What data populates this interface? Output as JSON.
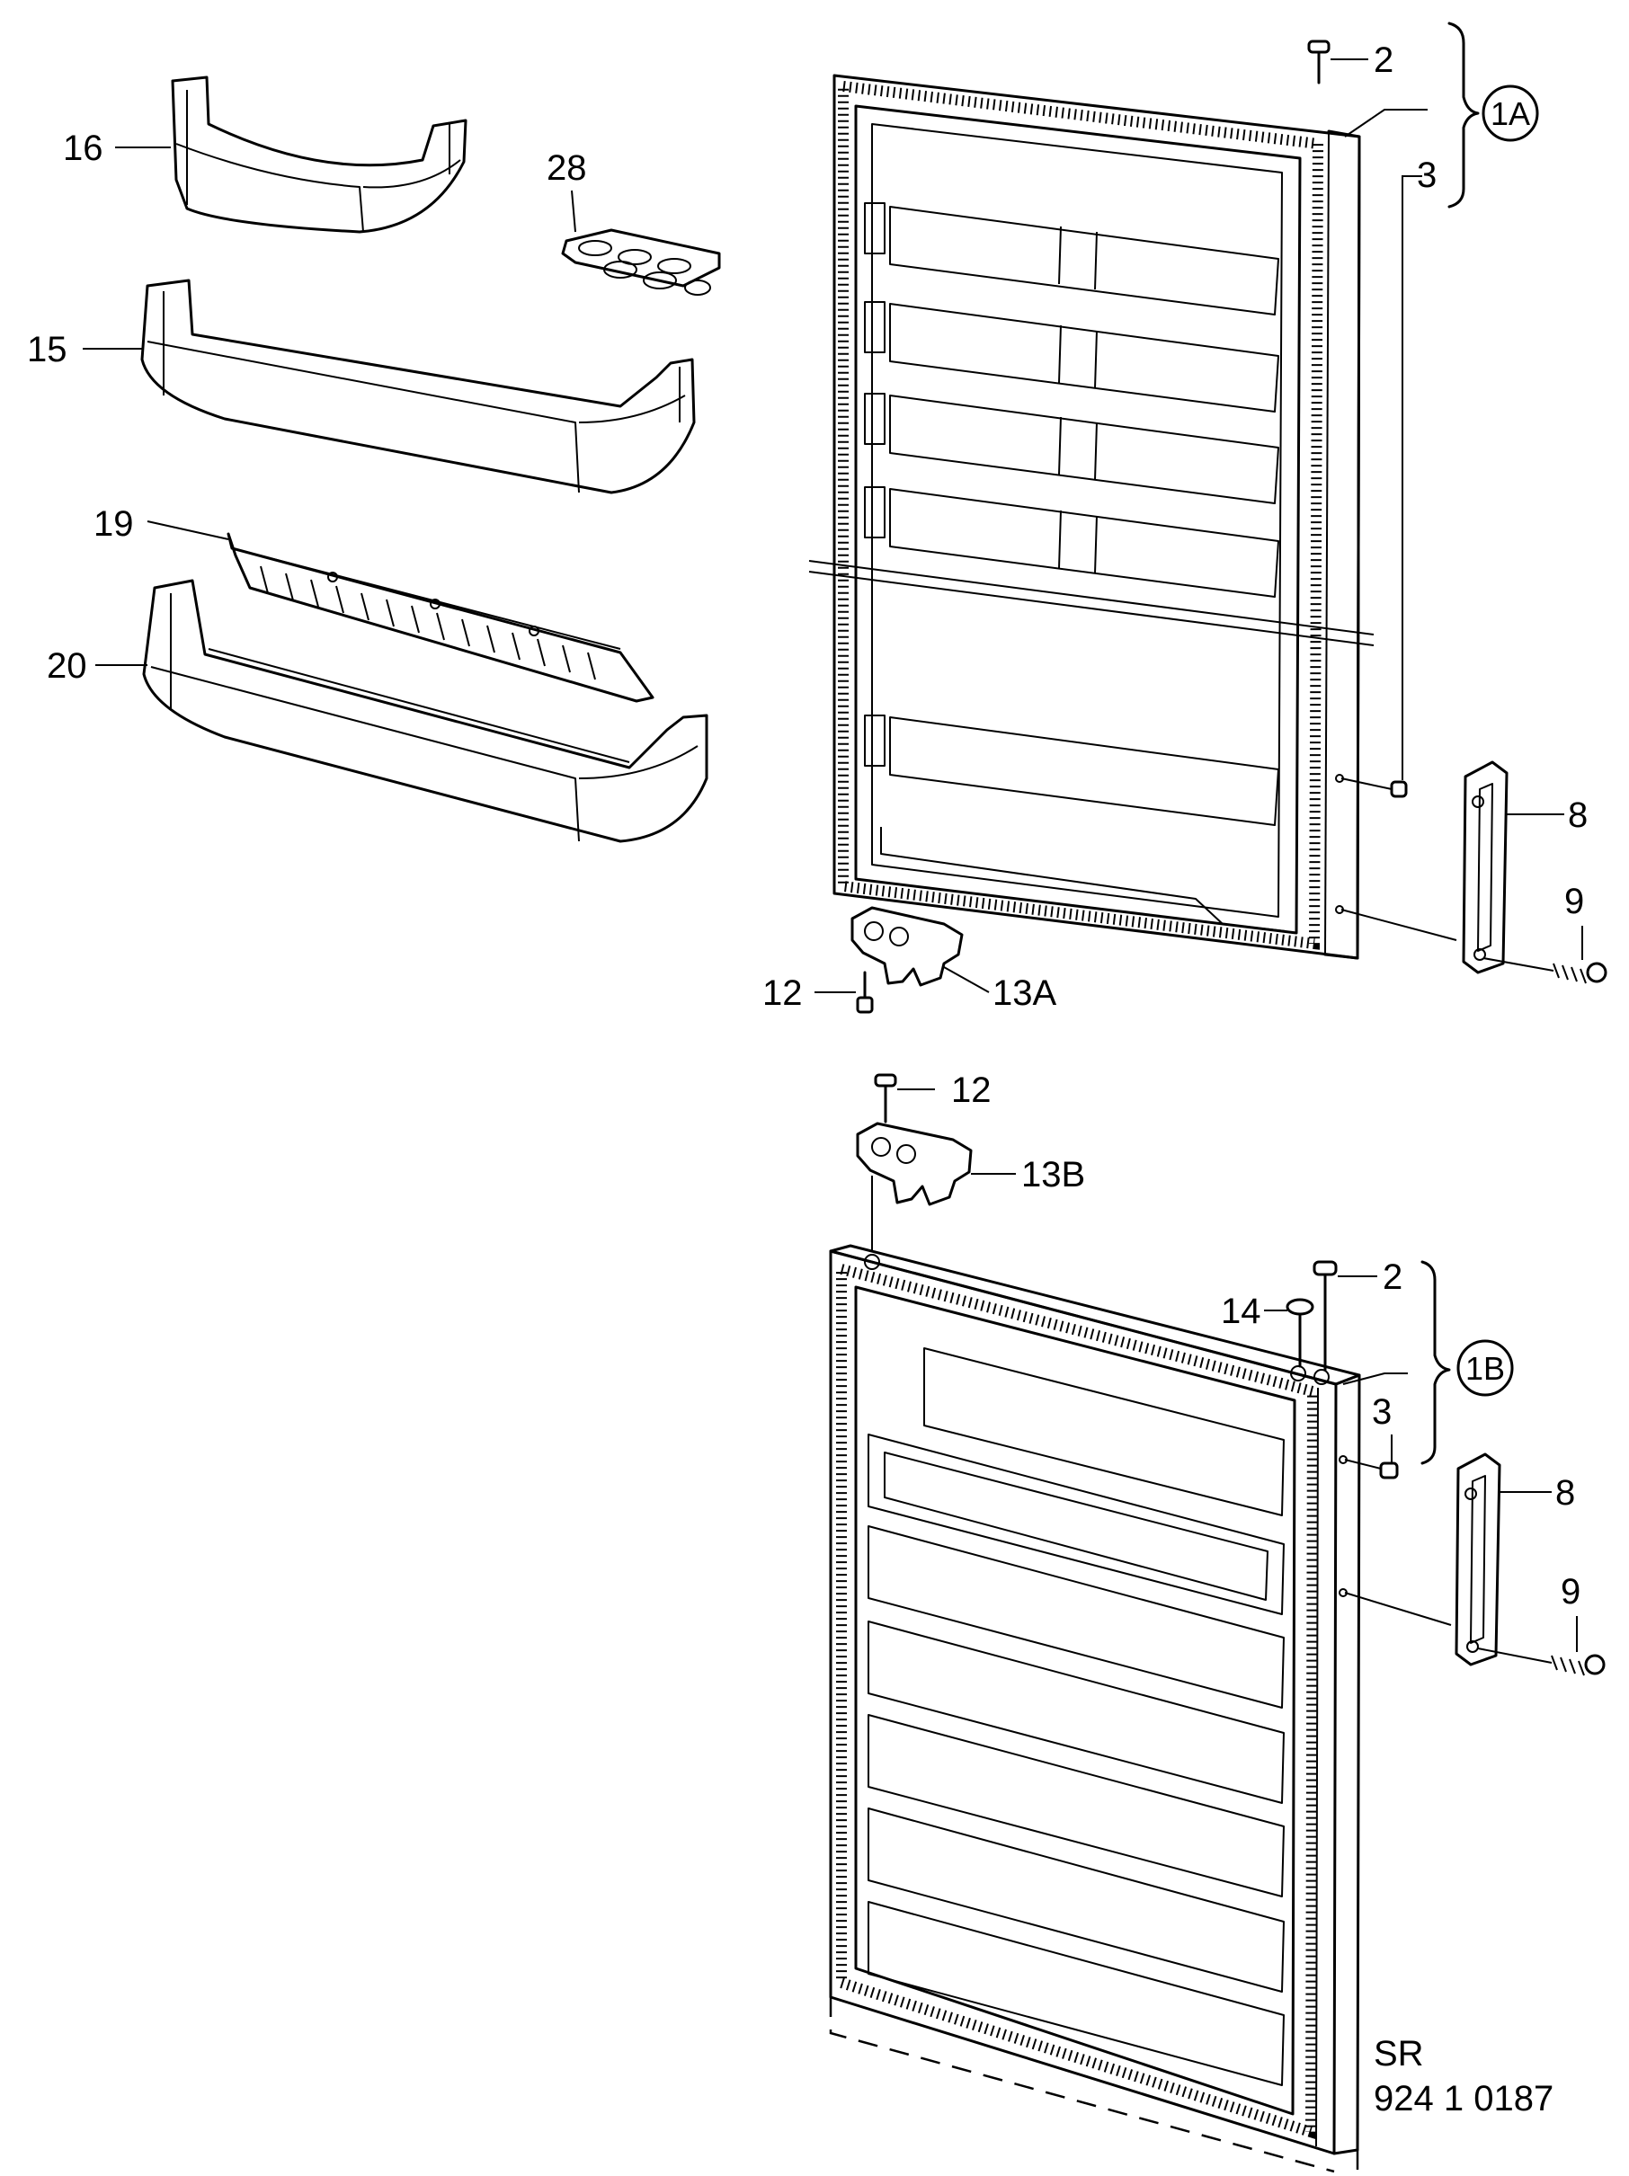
{
  "parts": {
    "p16": "16",
    "p28": "28",
    "p15": "15",
    "p19": "19",
    "p20": "20",
    "p2a": "2",
    "p1a": "1A",
    "p3a": "3",
    "p8a": "8",
    "p9a": "9",
    "p12a": "12",
    "p13a": "13A",
    "p12b": "12",
    "p13b": "13B",
    "p2b": "2",
    "p14": "14",
    "p1b": "1B",
    "p3b": "3",
    "p8b": "8",
    "p9b": "9"
  },
  "drawing_ref": {
    "line1": "SR",
    "line2": "924 1 0187"
  }
}
